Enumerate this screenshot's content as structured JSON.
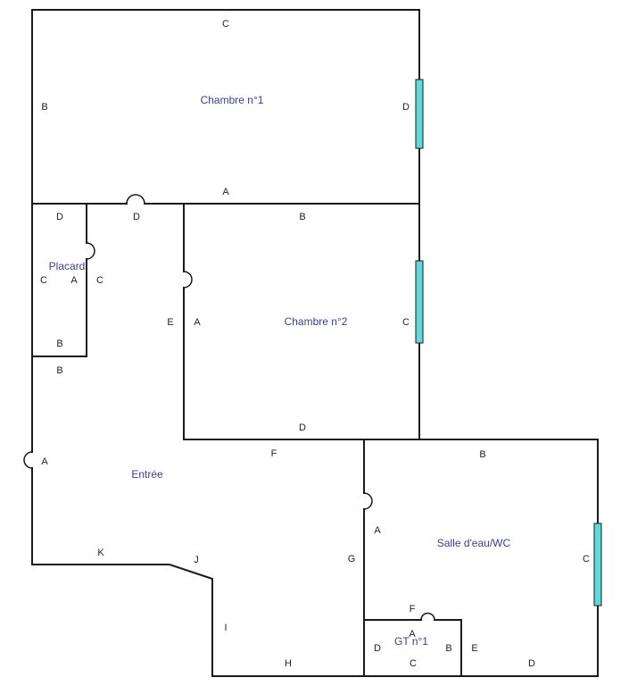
{
  "colors": {
    "wall": "#1a1a1a",
    "room_label": "#3a3f8f",
    "window_fill": "#5fd9dc"
  },
  "rooms": {
    "chambre1": "Chambre n°1",
    "chambre2": "Chambre n°2",
    "placard": "Placard",
    "entree": "Entrée",
    "salle_eau": "Salle d'eau/WC",
    "gt1": "GT n°1"
  },
  "wall_labels": {
    "chambre1": {
      "c": "C",
      "b": "B",
      "d": "D",
      "a": "A"
    },
    "placard": {
      "d": "D",
      "c_left": "C",
      "a": "A",
      "b": "B",
      "c_right": "C"
    },
    "chambre2": {
      "d_top": "D",
      "b": "B",
      "a": "A",
      "c": "C",
      "d": "D",
      "e": "E"
    },
    "entree": {
      "b": "B",
      "a": "A",
      "f": "F",
      "k": "K",
      "j": "J",
      "i": "I",
      "h": "H",
      "g": "G"
    },
    "salle_eau": {
      "b": "B",
      "a": "A",
      "c": "C",
      "e": "E",
      "d": "D"
    },
    "gt1": {
      "f": "F",
      "a": "A",
      "d": "D",
      "b": "B",
      "c": "C"
    }
  }
}
